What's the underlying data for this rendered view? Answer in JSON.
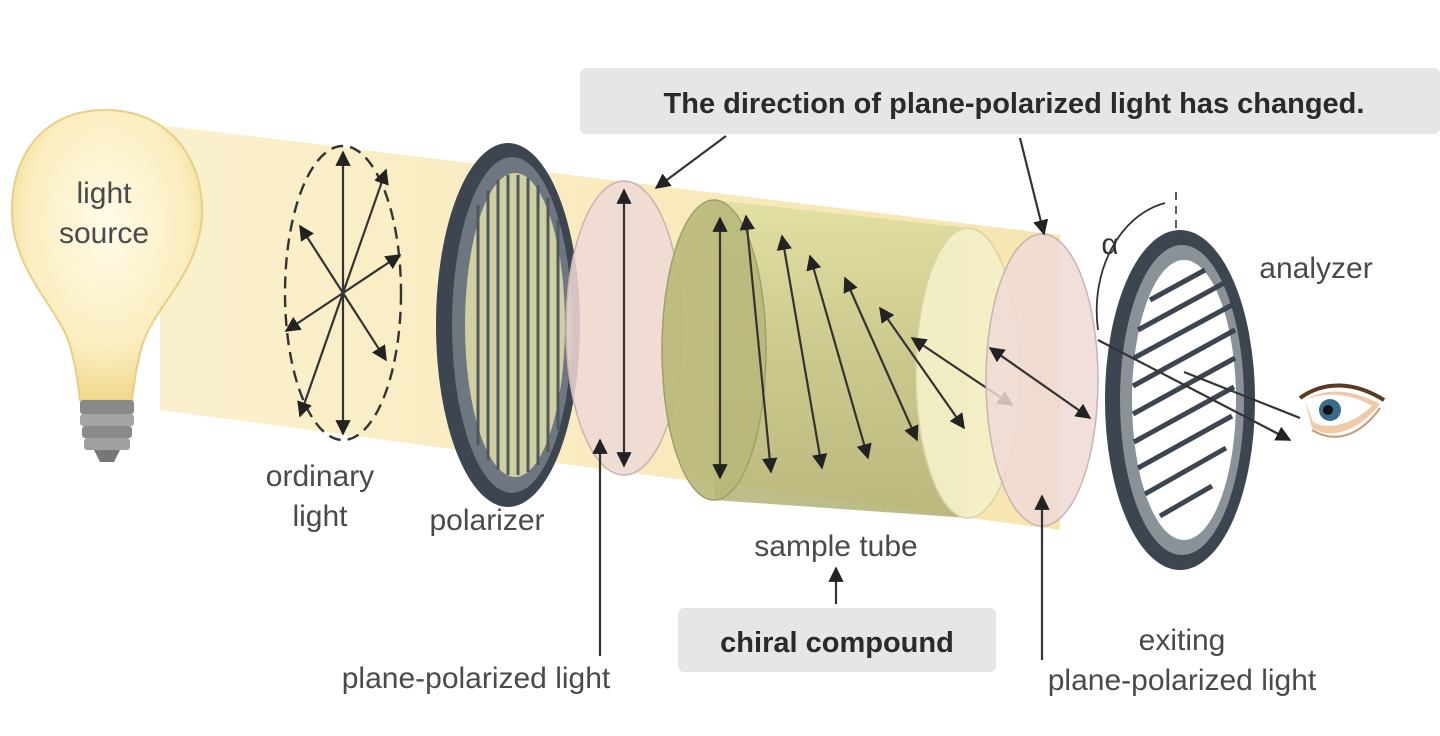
{
  "labels": {
    "light_source_line1": "light",
    "light_source_line2": "source",
    "ordinary_light_line1": "ordinary",
    "ordinary_light_line2": "light",
    "polarizer": "polarizer",
    "plane_polarized_light": "plane-polarized light",
    "sample_tube": "sample tube",
    "chiral_compound": "chiral compound",
    "exiting_line1": "exiting",
    "exiting_line2": "plane-polarized light",
    "analyzer": "analyzer",
    "alpha": "α",
    "direction_changed": "The direction of plane-polarized light has changed."
  },
  "colors": {
    "beam": "#f8e7b0",
    "tube": "#c9c98a",
    "bulb": "#fbeec0",
    "filter_ring": "#3d4650",
    "disc": "#efd9d6",
    "callout_bg": "#e6e6e6"
  }
}
